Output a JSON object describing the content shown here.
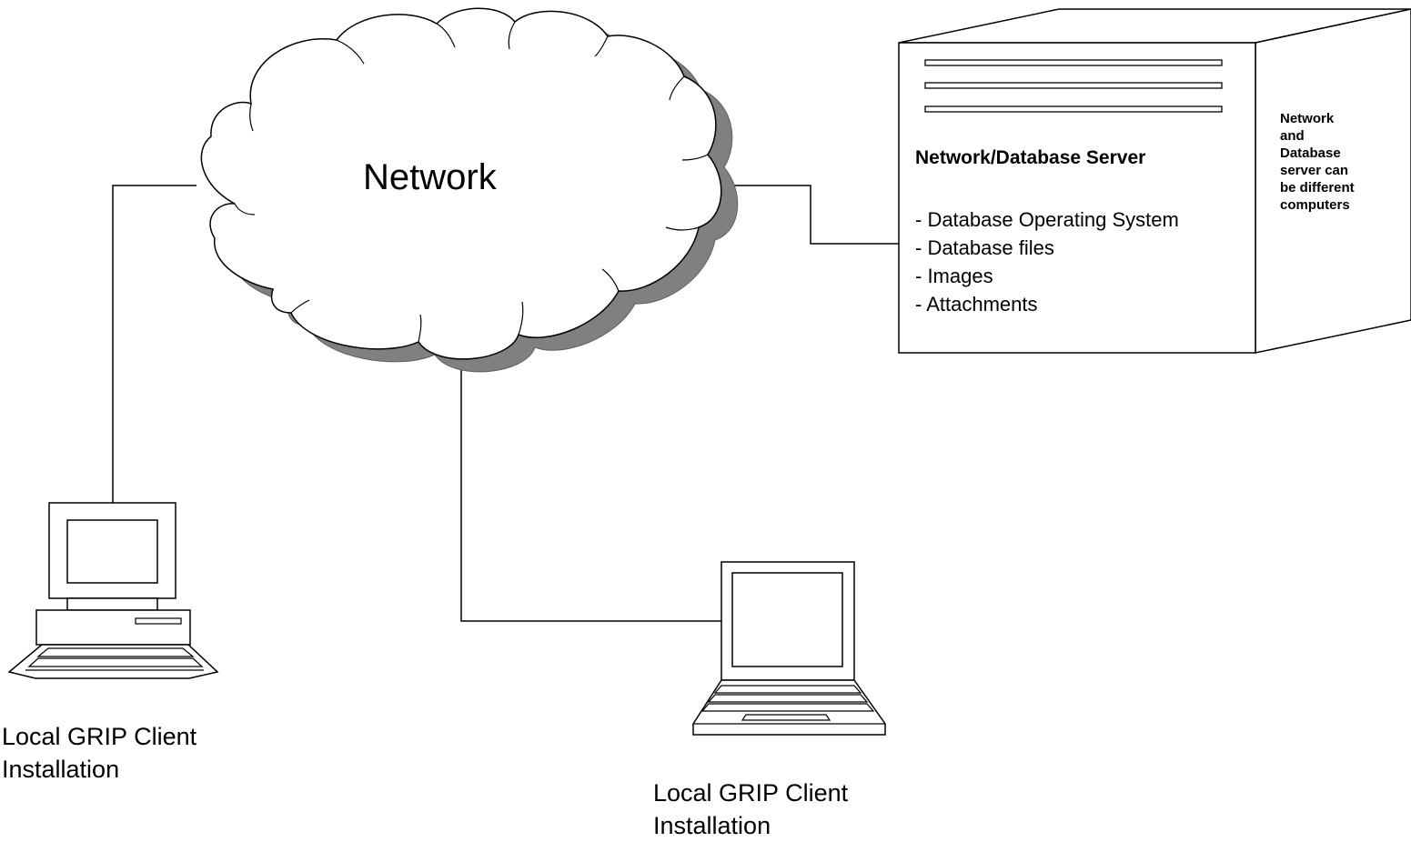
{
  "network": {
    "label": "Network"
  },
  "server": {
    "title": "Network/Database Server",
    "items": [
      "- Database Operating System",
      "- Database files",
      "- Images",
      "- Attachments"
    ],
    "side_note": "Network\nand\nDatabase\nserver can\nbe different\ncomputers"
  },
  "clients": [
    {
      "label": "Local GRIP Client\nInstallation",
      "icon": "desktop-computer-icon"
    },
    {
      "label": "Local GRIP Client\nInstallation",
      "icon": "laptop-computer-icon"
    }
  ],
  "colors": {
    "line": "#000000",
    "shadow": "#808080",
    "fill": "#ffffff"
  }
}
